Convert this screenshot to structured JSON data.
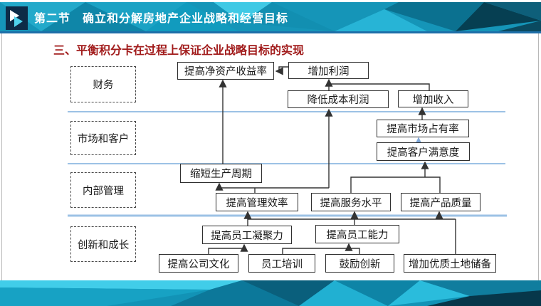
{
  "slide": {
    "header": {
      "title": "第二节　确立和分解房地产企业战略和经营目标"
    },
    "subtitle": "三、平衡积分卡在过程上保证企业战略目标的实现",
    "perspectives": [
      {
        "label": "财务"
      },
      {
        "label": "市场和客户"
      },
      {
        "label": "内部管理"
      },
      {
        "label": "创新和成长"
      }
    ],
    "nodes": {
      "roe": "提高净资产收益率",
      "profit": "增加利润",
      "cost": "降低成本利润",
      "revenue": "增加收入",
      "market_share": "提高市场占有率",
      "satisfaction": "提高客户满意度",
      "cycle": "缩短生产周期",
      "mgmt_efficiency": "提高管理效率",
      "service_level": "提高服务水平",
      "product_quality": "提高产品质量",
      "cohesion": "提高员工凝聚力",
      "employee_ability": "提高员工能力",
      "company_culture": "提高公司文化",
      "training": "员工培训",
      "innovation": "鼓励创新",
      "land_reserve": "增加优质土地储备"
    },
    "colors": {
      "band_teal": "#1291B4",
      "band_cyan": "#3ECCE9",
      "band_dark": "#0A6E8C",
      "header_underline": "#1E6FA8",
      "divider_blue": "#9CC2E5",
      "subtitle_red": "#A11B1B",
      "logo_navy": "#0D2B47",
      "connector": "#333333",
      "blue_arrow": "#7FA8D9"
    }
  }
}
